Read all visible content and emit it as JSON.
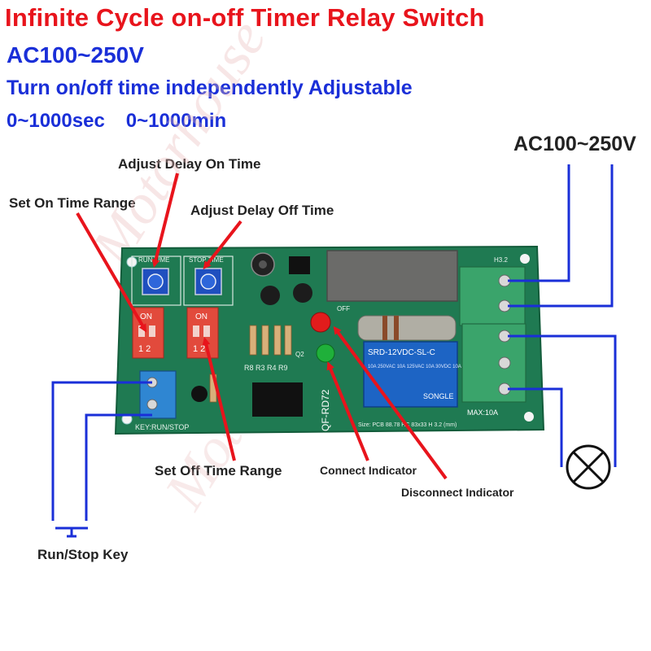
{
  "header": {
    "title": "Infinite Cycle on-off Timer Relay Switch",
    "voltage": "AC100~250V",
    "feature": "Turn on/off time independently Adjustable",
    "range_sec": "0~1000sec",
    "range_min": "0~1000min"
  },
  "labels": {
    "ac_input": "AC100~250V",
    "adjust_on": "Adjust Delay On Time",
    "adjust_off": "Adjust Delay Off Time",
    "set_on_range": "Set On Time Range",
    "set_off_range": "Set Off Time Range",
    "connect_indicator": "Connect Indicator",
    "disconnect_indicator": "Disconnect Indicator",
    "run_stop_key": "Run/Stop Key"
  },
  "board": {
    "run_time": "RUN TIME",
    "stop_time": "STOP TIME",
    "dip_on": "ON",
    "dip_nums": "1 2",
    "model": "QF-RD72",
    "relay_model": "SRD-12VDC-SL-C",
    "relay_rating": "10A 250VAC 10A 125VAC 10A 30VDC 10A 28VDC",
    "relay_brand": "SONGLE",
    "key_label": "KEY:RUN/STOP",
    "max_current": "MAX:10A",
    "size_text": "Size: PCB 88.78 HC 83x33 H 3.2 (mm)",
    "h32": "H3.2",
    "off_mark": "OFF",
    "q2": "Q2",
    "res_labels": "R8 R3 R4 R9"
  },
  "watermark": "Motorhouse",
  "colors": {
    "title": "#e8141c",
    "subtitle": "#1a2fd8",
    "arrow": "#e8141c",
    "wire": "#1a2fd8",
    "pcb": "#1f7a52",
    "pcb_dark": "#135c3b"
  }
}
